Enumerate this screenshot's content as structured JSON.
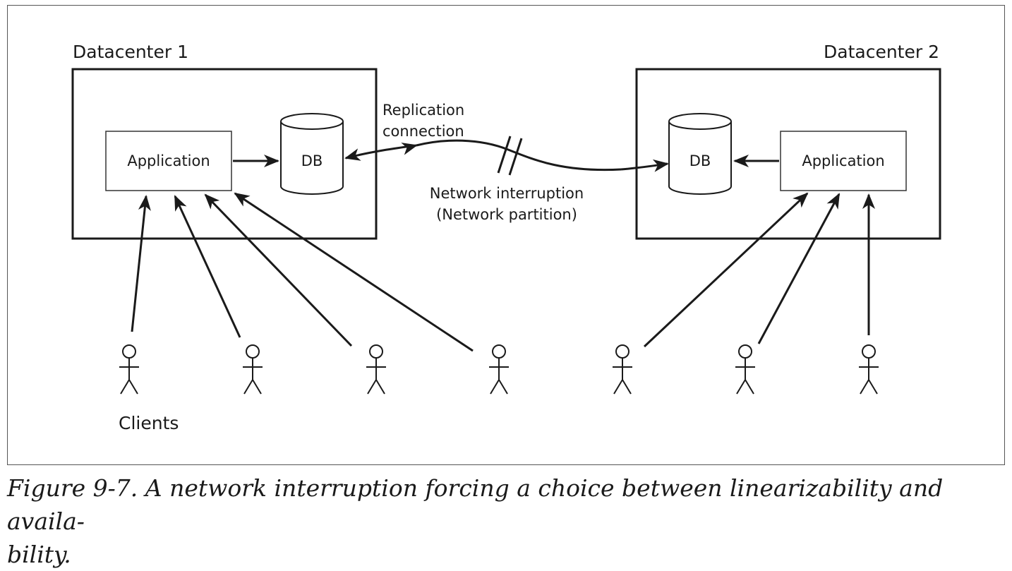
{
  "datacenters": [
    {
      "label": "Datacenter 1",
      "app_label": "Application",
      "db_label": "DB"
    },
    {
      "label": "Datacenter 2",
      "app_label": "Application",
      "db_label": "DB"
    }
  ],
  "replication": {
    "line1": "Replication",
    "line2": "connection"
  },
  "interruption": {
    "line1": "Network interruption",
    "line2": "(Network partition)"
  },
  "clients_label": "Clients",
  "caption": {
    "prefix": "Figure 9-7.",
    "text": "A network interruption forcing a choice between linearizability and availa-",
    "text2": "bility."
  }
}
